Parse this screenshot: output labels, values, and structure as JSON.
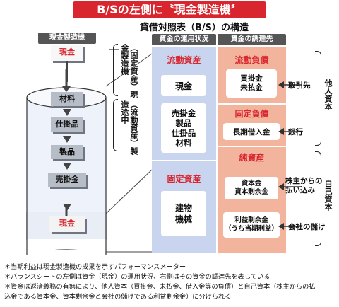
{
  "banner": "B/Sの左側に〝現金製造機〞",
  "bs_title": "貸借対照表（B/S）の構造",
  "machine_label": "現金製造機",
  "col_use": "資金の運用状況",
  "col_source": "資金の調達先",
  "machine": {
    "top_cash": "現金",
    "bottom_cash": "現金",
    "steps": [
      "材料",
      "仕掛品",
      "製品",
      "売掛金"
    ],
    "bracket_top": "（固定資産）現金製造機",
    "bracket_mid": "（流動資産）製造途中"
  },
  "left": {
    "current_head": "流動資産",
    "cash": "現金",
    "receivables": "売掛金\n製品\n仕掛品\n材料",
    "fixed_head": "固定資産",
    "building": "建物\n機械"
  },
  "right": {
    "current_liab_head": "流動負債",
    "payables": "買掛金\n未払金",
    "fixed_liab_head": "固定負債",
    "long_loan": "長期借入金",
    "equity_head": "純資産",
    "capital": "資本金\n資本剰余金",
    "retained": "利益剰余金\n（うち当期利益）"
  },
  "sources": {
    "suppliers": "取引先",
    "bank": "銀行",
    "shareholders": "株主からの\n払い込み",
    "company_profit": "会社の儲け",
    "other_capital": "他人資本",
    "own_capital": "自己資本"
  },
  "notes": [
    "＊当期利益は現金製造機の成果を示すパフォーマンスメーター",
    "＊バランスシートの左側は資金（現金）の運用状況、右側はその資金の調達先を表している",
    "＊資金は返済義務の有無により、他人資本（買掛金、未払金、借入金等の負債）と自己資本（株主からの払",
    "込金である資本金、資本剰余金と会社の儲けである利益剰余金）に分けられる"
  ],
  "colors": {
    "red": "#d9262e",
    "left_panel": "#c9d4ee",
    "right_panel": "#f2b49d"
  }
}
